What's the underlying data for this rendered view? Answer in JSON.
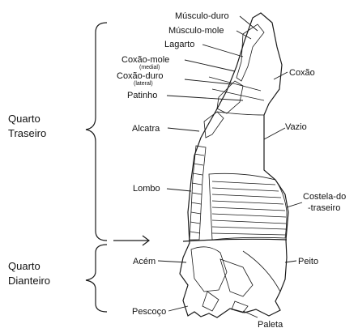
{
  "labels": {
    "musculo_duro": "Músculo-duro",
    "musculo_mole": "Músculo-mole",
    "lagarto": "Lagarto",
    "coxao_mole": "Coxão-mole",
    "coxao_mole_note": "(medial)",
    "coxao_duro": "Coxão-duro",
    "coxao_duro_note": "(lateral)",
    "patinho": "Patinho",
    "coxao": "Coxão",
    "vazio": "Vazio",
    "alcatra": "Alcatra",
    "lombo": "Lombo",
    "costela_line1": "Costela-do",
    "costela_line2": "-traseiro",
    "acem": "Acém",
    "peito": "Peito",
    "pescoco": "Pescoço",
    "paleta": "Paleta"
  },
  "quarters": {
    "rear_line1": "Quarto",
    "rear_line2": "Traseiro",
    "front_line1": "Quarto",
    "front_line2": "Dianteiro"
  }
}
